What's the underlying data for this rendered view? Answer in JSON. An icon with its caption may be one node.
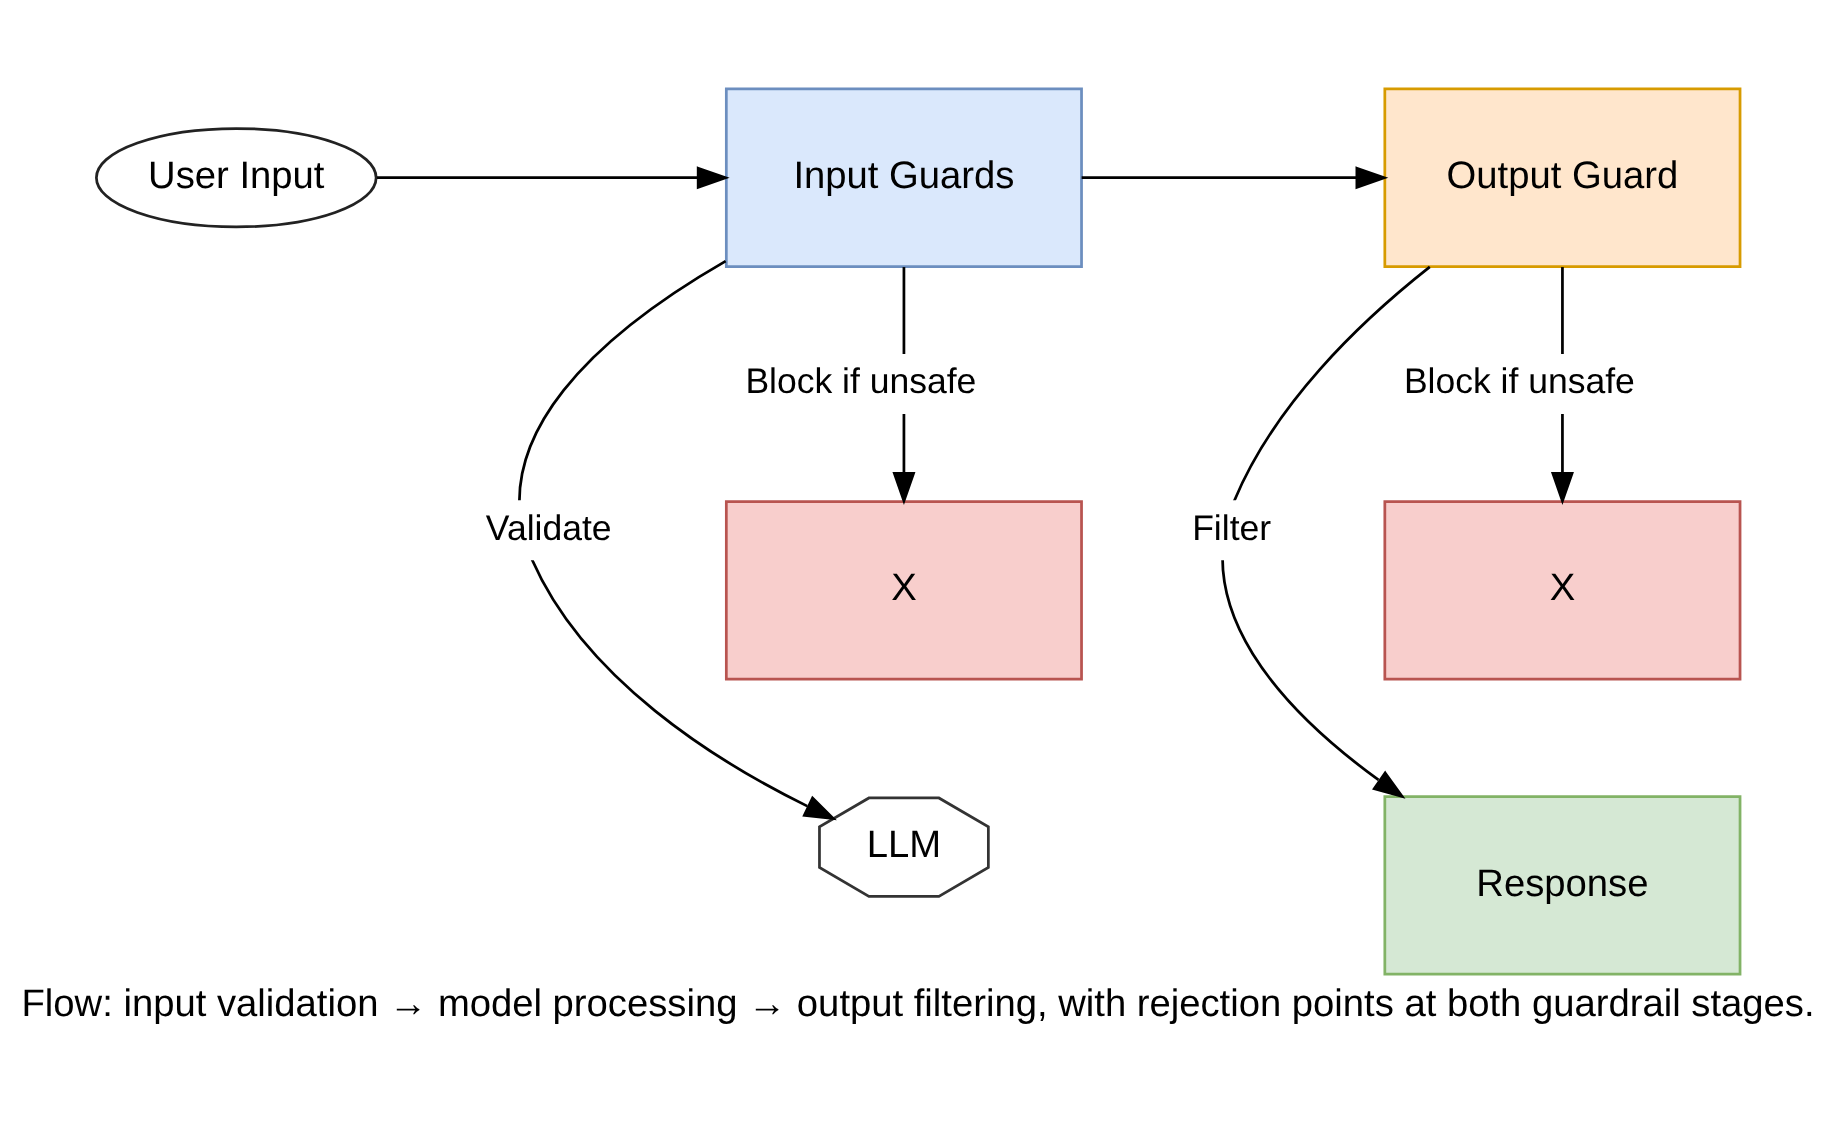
{
  "diagram": {
    "caption": "Flow: input validation → model processing → output filtering, with rejection points at both guardrail stages.",
    "nodes": [
      {
        "text": [
          "User Input"
        ]
      },
      {
        "text": [
          "LLM"
        ]
      },
      {
        "text": [
          "Input Guards"
        ]
      },
      {
        "text": [
          "Output Guard"
        ]
      },
      {
        "text": [
          "Response"
        ]
      },
      {
        "text": [
          "X"
        ]
      },
      {
        "text": [
          "X"
        ]
      }
    ],
    "edges": [
      {
        "from": 0,
        "to": 2,
        "arrow": "to"
      },
      {
        "from": 2,
        "to": 1,
        "arrow": "to",
        "label": "Validate"
      },
      {
        "from": 2,
        "to": 3,
        "arrow": "to"
      },
      {
        "from": 2,
        "to": 5,
        "arrow": "to",
        "label": "Block if unsafe"
      },
      {
        "from": 3,
        "to": 4,
        "arrow": "to",
        "label": "Filter"
      },
      {
        "from": 3,
        "to": 6,
        "arrow": "to",
        "label": "Block if unsafe"
      }
    ]
  }
}
